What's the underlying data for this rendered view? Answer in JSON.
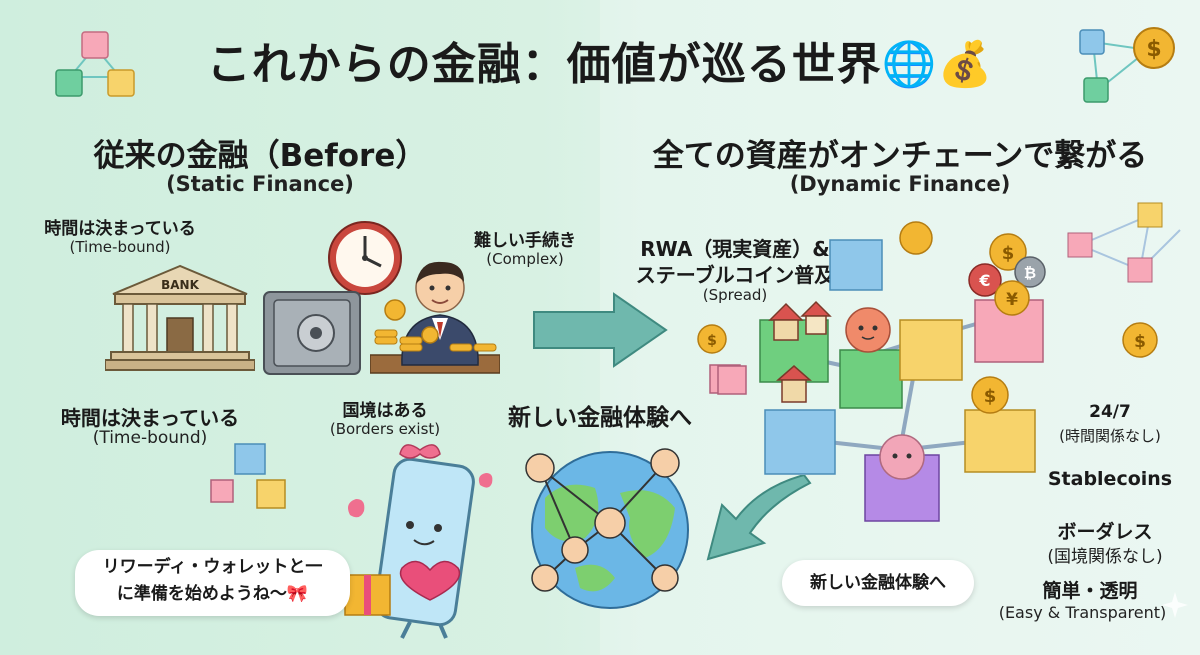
{
  "title": "これからの金融：価値が巡る世界🌐💰",
  "left": {
    "heading": "従来の金融（Before）",
    "subheading": "(Static Finance)",
    "bank_sign": "BANK",
    "label_time_top": "時間は決まっている",
    "label_time_top_en": "(Time-bound)",
    "label_time_bottom": "時間は決まっている",
    "label_time_bottom_en": "(Time-bound)",
    "label_complex": "難しい手続き",
    "label_complex_en": "(Complex)",
    "label_borders": "国境はある",
    "label_borders_en": "(Borders exist)"
  },
  "right": {
    "heading": "全ての資産がオンチェーンで繋がる",
    "subheading": "(Dynamic Finance)",
    "rwa_line1": "RWA（現実資産）&",
    "rwa_line2": "ステーブルコイン普及",
    "rwa_en": "(Spread)",
    "label_247": "24/7",
    "label_247_sub": "(時間関係なし)",
    "label_stablecoins": "Stablecoins",
    "label_borderless": "ボーダレス",
    "label_borderless_sub": "(国境関係なし)",
    "label_easy": "簡単・透明",
    "label_easy_en": "(Easy & Transparent)"
  },
  "center": {
    "new_experience": "新しい金融体験へ",
    "speech_right": "新しい金融体験へ",
    "speech_left_line1": "リワーディ・ウォレットと一",
    "speech_left_line2": "に準備を始めようね〜🎀"
  },
  "coins": {
    "dollar": "$",
    "euro": "€",
    "yen": "¥",
    "bitcoin": "₿"
  },
  "colors": {
    "bg_left": "#cfeede",
    "bg_right": "#e7f6ef",
    "arrow": "#6fb8ad",
    "coin": "#f2b632",
    "cube_pink": "#f7a8b8",
    "cube_green": "#6fcf7f",
    "cube_blue": "#8fc7ea",
    "cube_yellow": "#f7d36b",
    "cube_purple": "#b58ae6"
  }
}
